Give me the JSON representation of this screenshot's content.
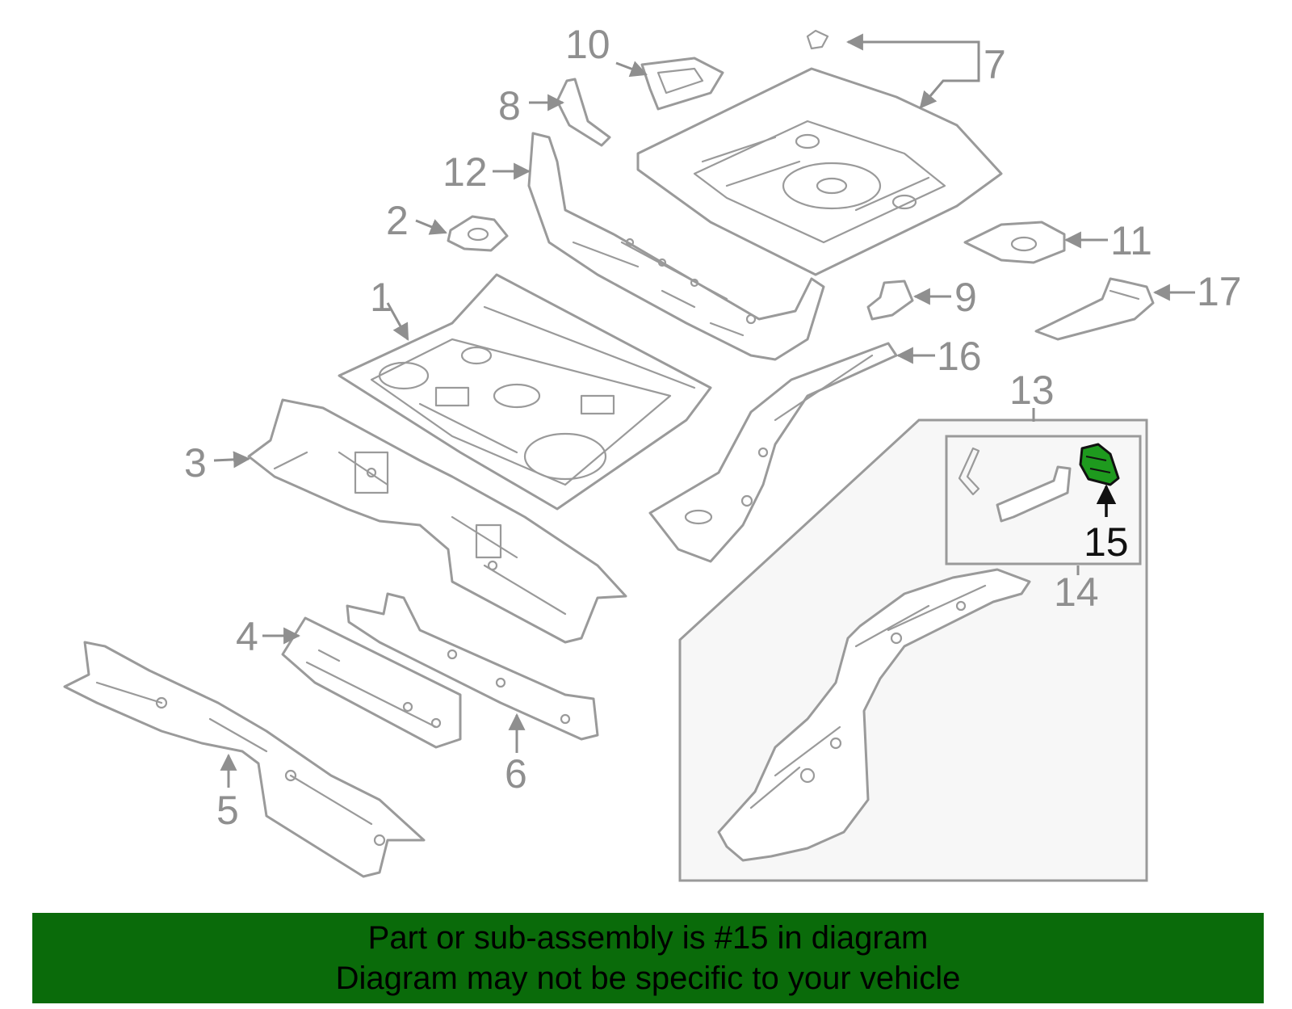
{
  "callouts": [
    "1",
    "2",
    "3",
    "4",
    "5",
    "6",
    "7",
    "8",
    "9",
    "10",
    "11",
    "12",
    "13",
    "14",
    "15",
    "16",
    "17"
  ],
  "highlighted_part": "15",
  "colors": {
    "highlight": "#1e9a1e",
    "banner": "#0a6b0a",
    "line": "#9a9a9a"
  },
  "banner": {
    "line1": "Part or sub-assembly is #15 in diagram",
    "line2": "Diagram may not be specific to your vehicle"
  }
}
